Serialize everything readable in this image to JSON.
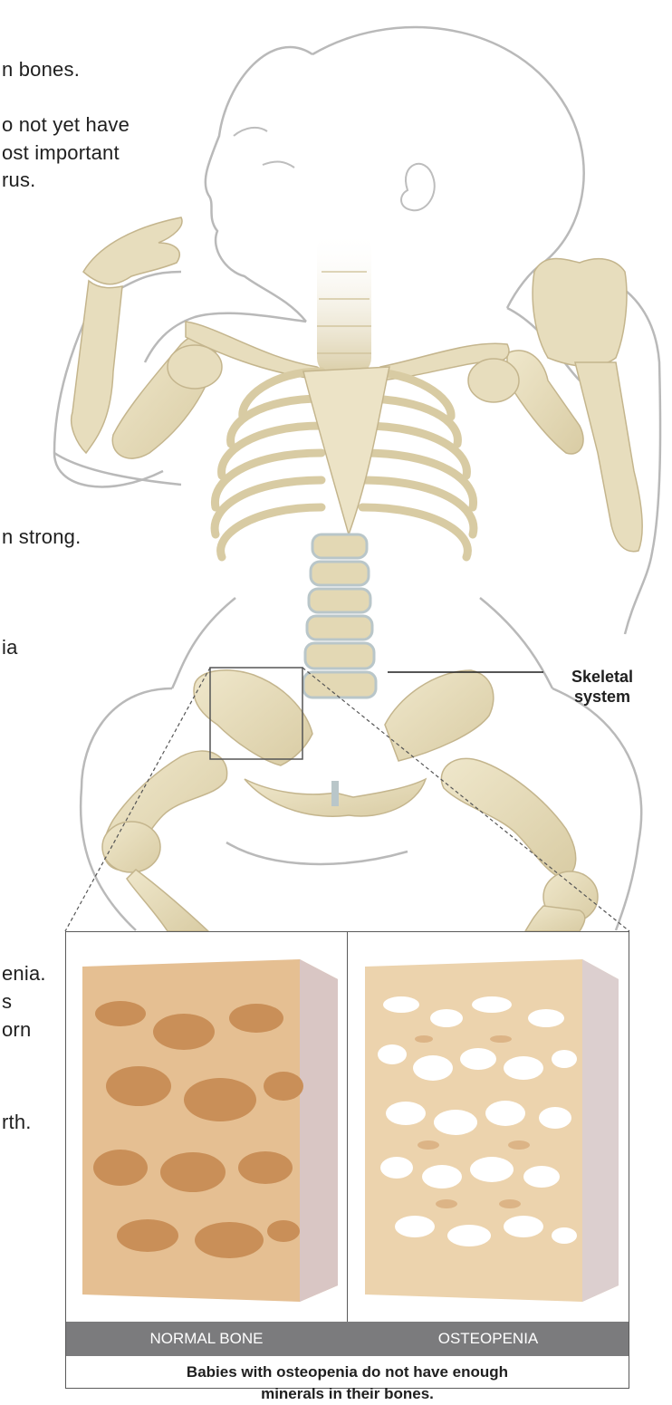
{
  "body_text": [
    "n bones.",
    "o not yet have",
    "ost important",
    "rus.",
    "n strong.",
    "ia",
    "enia.",
    "s",
    "orn",
    "rth."
  ],
  "callout": {
    "label": "Skeletal\nsystem"
  },
  "comparison": {
    "normal_label": "NORMAL BONE",
    "osteopenia_label": "OSTEOPENIA",
    "caption": "Babies with osteopenia do not have enough\nminerals in their bones."
  },
  "colors": {
    "bone": "#e7ddbd",
    "bone_outline": "#c4b58d",
    "body_outline": "#b9b9b9",
    "label_bar": "#7b7b7d",
    "bone_tissue": "#d6a876"
  },
  "icons": [
    "infant-skeleton-illustration",
    "bone-tissue-normal",
    "bone-tissue-osteopenia"
  ]
}
